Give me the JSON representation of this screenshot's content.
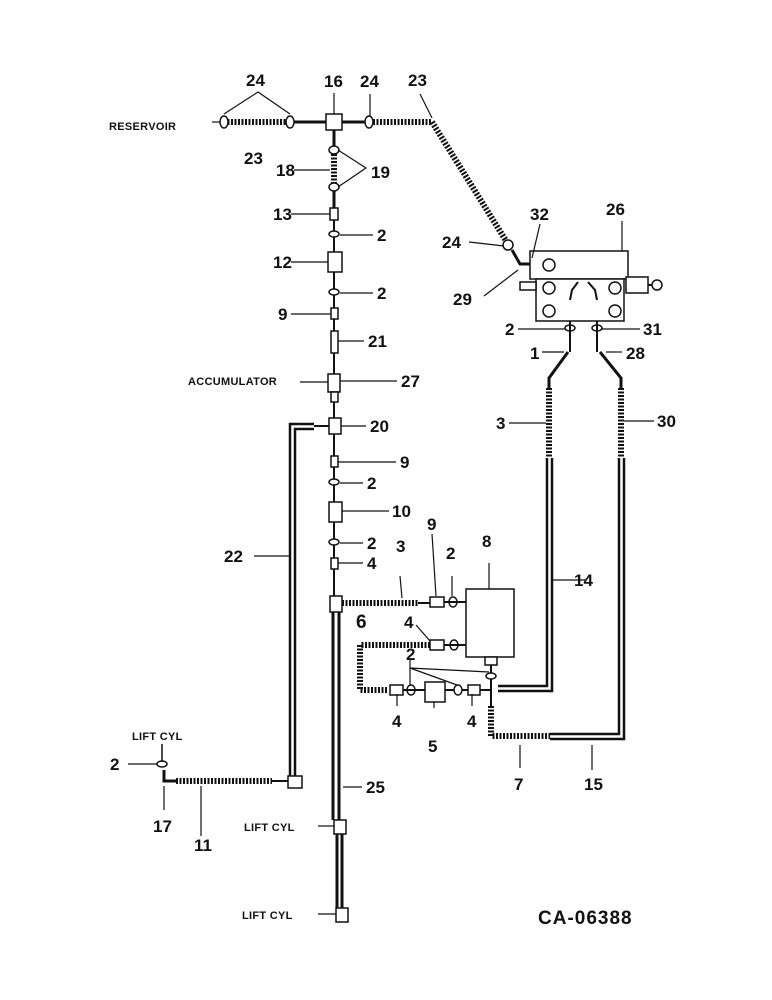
{
  "diagram_code": "CA-06388",
  "words": {
    "reservoir": "RESERVOIR",
    "accumulator": "ACCUMULATOR",
    "lift_cyl": "LIFT CYL"
  },
  "callouts": {
    "n1": "1",
    "n2": "2",
    "n3": "3",
    "n4": "4",
    "n5": "5",
    "n6": "6",
    "n7": "7",
    "n8": "8",
    "n9": "9",
    "n10": "10",
    "n11": "11",
    "n12": "12",
    "n13": "13",
    "n14": "14",
    "n15": "15",
    "n16": "16",
    "n17": "17",
    "n18": "18",
    "n19": "19",
    "n20": "20",
    "n21": "21",
    "n22": "22",
    "n23": "23",
    "n24": "24",
    "n25": "25",
    "n26": "26",
    "n27": "27",
    "n28": "28",
    "n29": "29",
    "n30": "30",
    "n31": "31",
    "n32": "32"
  }
}
